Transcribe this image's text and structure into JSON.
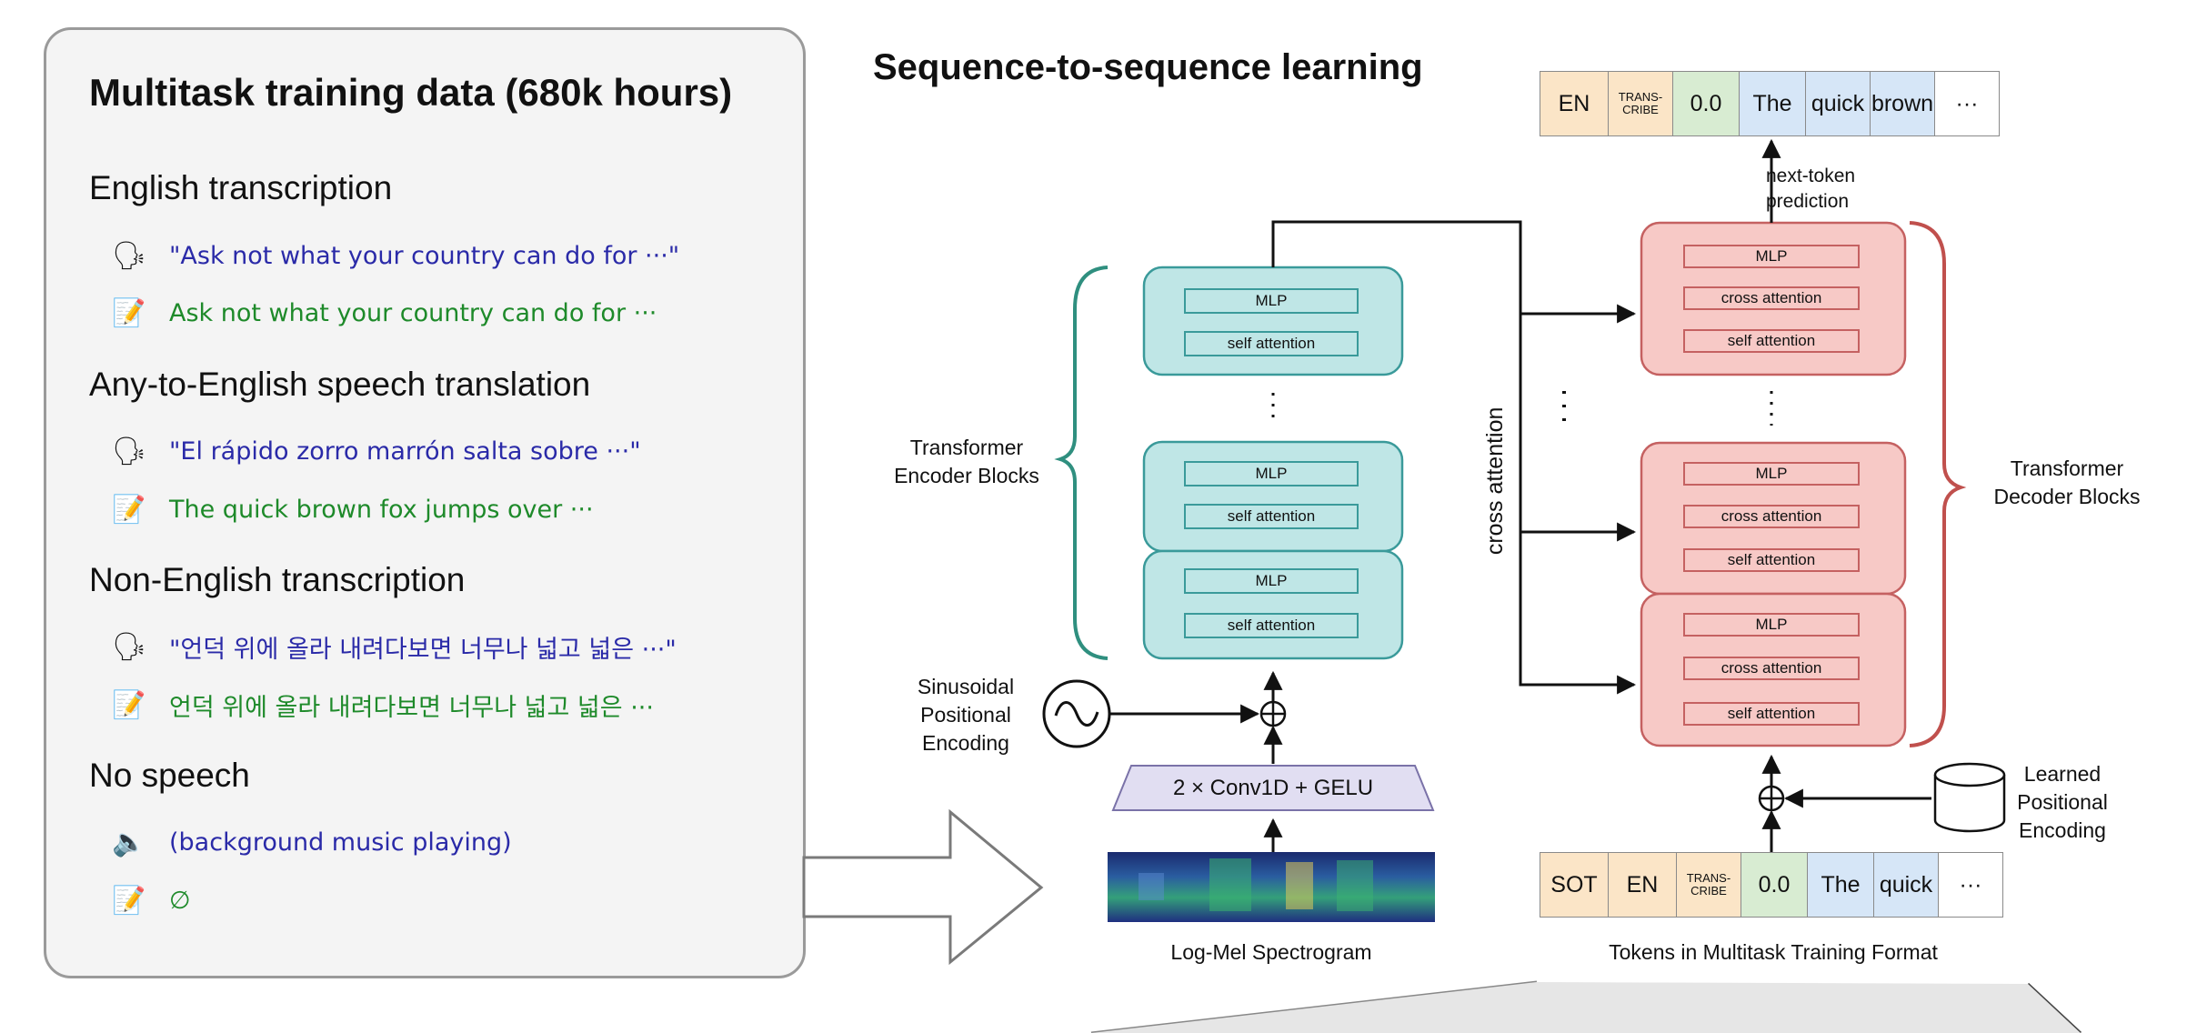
{
  "left_panel": {
    "title": "Multitask training data (680k hours)",
    "sections": [
      {
        "heading": "English transcription",
        "audio": {
          "icon": "speaking-head-icon",
          "glyph": "🗣",
          "text": "\"Ask not what your country can do for ···\""
        },
        "text_item": {
          "icon": "memo-icon",
          "glyph": "📝",
          "text": "Ask not what your country can do for ···"
        }
      },
      {
        "heading": "Any-to-English speech translation",
        "audio": {
          "icon": "speaking-head-icon",
          "glyph": "🗣",
          "text": "\"El rápido zorro marrón salta sobre ···\""
        },
        "text_item": {
          "icon": "memo-icon",
          "glyph": "📝",
          "text": "The quick brown fox jumps over ···"
        }
      },
      {
        "heading": "Non-English transcription",
        "audio": {
          "icon": "speaking-head-icon",
          "glyph": "🗣",
          "text": "\"언덕 위에 올라 내려다보면 너무나 넓고 넓은 ···\""
        },
        "text_item": {
          "icon": "memo-icon",
          "glyph": "📝",
          "text": "언덕 위에 올라 내려다보면 너무나 넓고 넓은 ···"
        }
      },
      {
        "heading": "No speech",
        "audio": {
          "icon": "speaker-icon",
          "glyph": "🔈",
          "text": "(background music playing)"
        },
        "text_item": {
          "icon": "memo-icon",
          "glyph": "📝",
          "text": "∅"
        }
      }
    ]
  },
  "diagram": {
    "title": "Sequence-to-sequence learning",
    "output_tokens": [
      {
        "text": "EN",
        "color": "orange"
      },
      {
        "text": "TRANS-\nCRIBE",
        "color": "orange",
        "small": true
      },
      {
        "text": "0.0",
        "color": "green"
      },
      {
        "text": "The",
        "color": "blue"
      },
      {
        "text": "quick",
        "color": "blue"
      },
      {
        "text": "brown",
        "color": "blue"
      },
      {
        "text": "···",
        "color": "white"
      }
    ],
    "input_tokens": [
      {
        "text": "SOT",
        "color": "orange"
      },
      {
        "text": "EN",
        "color": "orange"
      },
      {
        "text": "TRANS-\nCRIBE",
        "color": "orange",
        "small": true
      },
      {
        "text": "0.0",
        "color": "green"
      },
      {
        "text": "The",
        "color": "blue"
      },
      {
        "text": "quick",
        "color": "blue"
      },
      {
        "text": "···",
        "color": "white"
      }
    ],
    "next_token_label": "next-token\nprediction",
    "encoder_label": "Transformer\nEncoder Blocks",
    "decoder_label": "Transformer\nDecoder Blocks",
    "cross_attention_label": "cross attention",
    "mlp": "MLP",
    "self_attention": "self attention",
    "cross_attention": "cross attention",
    "sinusoidal_label": "Sinusoidal\nPositional\nEncoding",
    "conv_label": "2 × Conv1D + GELU",
    "spectrogram_label": "Log-Mel Spectrogram",
    "learned_label": "Learned\nPositional\nEncoding",
    "tokens_caption": "Tokens in Multitask Training Format",
    "colors": {
      "encoder_fill": "#bfe6e6",
      "encoder_stroke": "#3a9a9a",
      "encoder_bracket": "#2f8f7f",
      "decoder_fill": "#f7c9c6",
      "decoder_stroke": "#c56161",
      "decoder_bracket": "#c0504d",
      "conv_fill": "#e1def2"
    }
  }
}
